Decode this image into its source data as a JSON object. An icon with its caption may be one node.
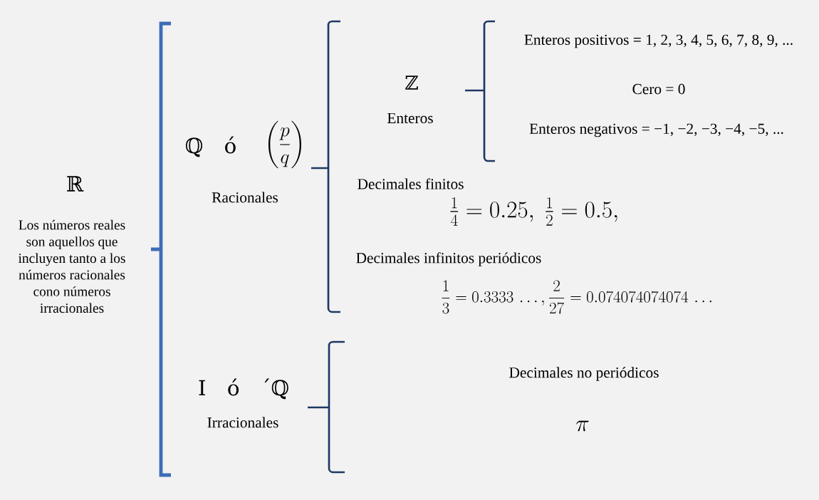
{
  "diagram": {
    "labels": [
      "ℝ",
      "Los números reales son aquellos que incluyen tanto a los números racionales cono números irracionales",
      "ℚ ó",
      "\\left(\\frac{p}{q}\\right)",
      "Racionales",
      "ℤ",
      "Enteros",
      "Enteros positivos = 1, 2, 3, 4, 5, 6, 7, 8, 9, ...",
      "Cero = 0",
      "Enteros negativos = −1, −2, −3, −4, −5, ...",
      "Decimales finitos",
      "\\frac{1}{4} = 0.25,\\ \\frac{1}{2} = 0.5,",
      "Decimales infinitos periódicos",
      "\\frac{1}{3} = 0.3333\\,\\ldots,\\frac{2}{27} = 0.074074074074\\,\\ldots",
      "I ó ´ℚ",
      "Irracionales",
      "Decimales no periódicos",
      "\\pi"
    ]
  }
}
